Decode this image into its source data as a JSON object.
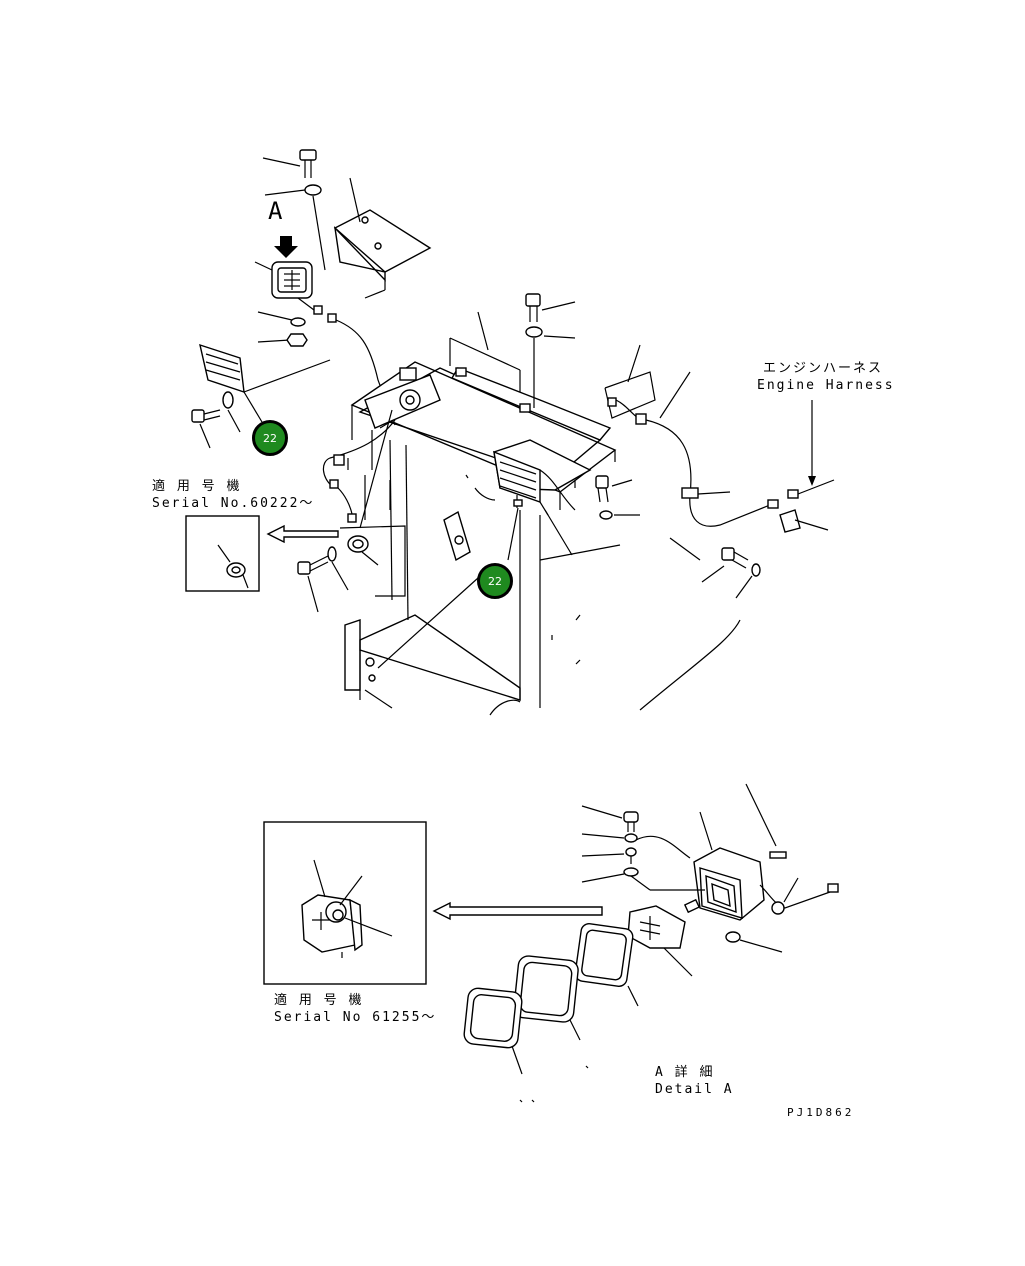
{
  "labels": {
    "callout_a": "A",
    "engine_harness_jp": "エンジンハーネス",
    "engine_harness_en": "Engine Harness",
    "applicable_serial_jp_1": "適 用 号 機",
    "serial_1": "Serial No.60222～",
    "applicable_serial_jp_2": "適 用 号 機",
    "serial_2": "Serial No 61255～",
    "detail_jp": "A 詳 細",
    "detail_en": "Detail A",
    "drawing_id": "PJ1D862"
  },
  "reference_markers": [
    {
      "id": "ref-22-a",
      "label": "22"
    },
    {
      "id": "ref-22-b",
      "label": "22"
    }
  ],
  "colors": {
    "marker_fill": "#1f8a1f",
    "line": "#000000",
    "background": "#ffffff"
  }
}
